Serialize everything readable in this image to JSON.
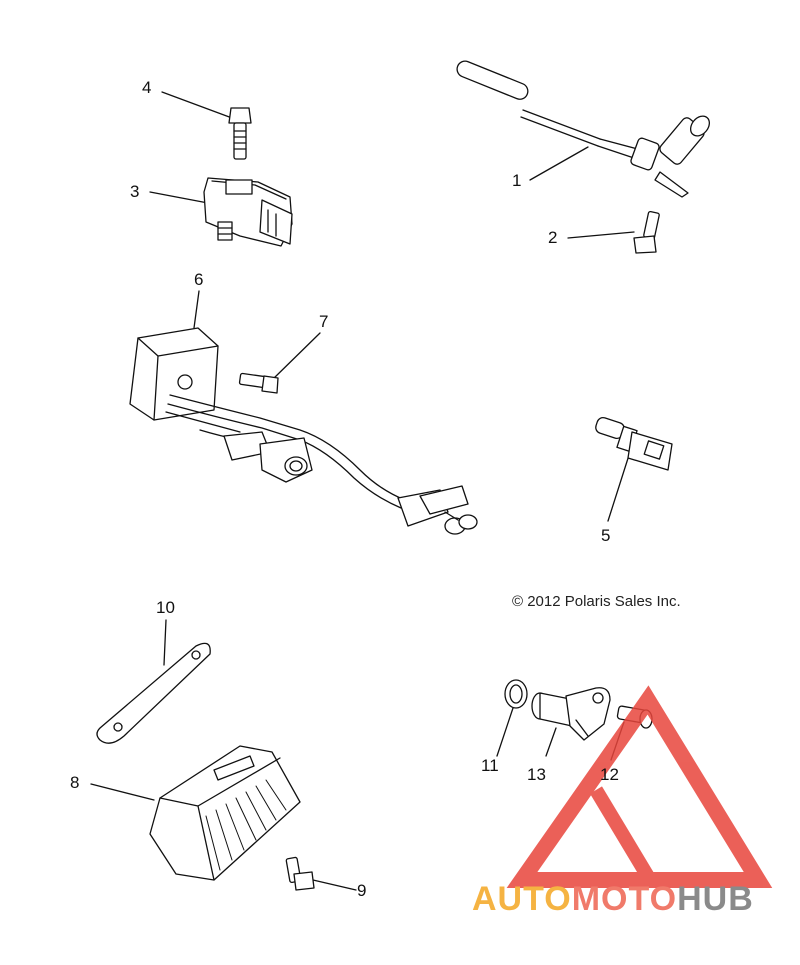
{
  "copyright": "© 2012 Polaris Sales Inc.",
  "callouts": [
    {
      "id": "1",
      "label": "1"
    },
    {
      "id": "2",
      "label": "2"
    },
    {
      "id": "3",
      "label": "3"
    },
    {
      "id": "4",
      "label": "4"
    },
    {
      "id": "5",
      "label": "5"
    },
    {
      "id": "6",
      "label": "6"
    },
    {
      "id": "7",
      "label": "7"
    },
    {
      "id": "8",
      "label": "8"
    },
    {
      "id": "9",
      "label": "9"
    },
    {
      "id": "10",
      "label": "10"
    },
    {
      "id": "11",
      "label": "11"
    },
    {
      "id": "12",
      "label": "12"
    },
    {
      "id": "13",
      "label": "13"
    }
  ],
  "watermark": {
    "part1": "AUTO",
    "part2": "MOTO",
    "part3": "HUB",
    "colors": {
      "part1": "#f5b342",
      "part2": "#f07a6a",
      "part3": "#8a8a8a",
      "triangle": "#e8453c"
    }
  }
}
